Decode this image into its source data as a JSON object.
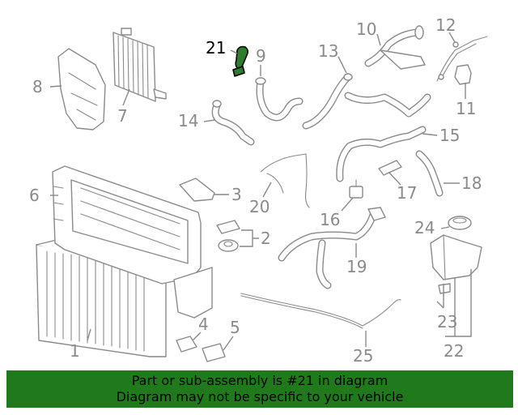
{
  "callouts": {
    "c1": "1",
    "c2": "2",
    "c3": "3",
    "c4": "4",
    "c5": "5",
    "c6": "6",
    "c7": "7",
    "c8": "8",
    "c9": "9",
    "c10": "10",
    "c11": "11",
    "c12": "12",
    "c13": "13",
    "c14": "14",
    "c15": "15",
    "c16": "16",
    "c17": "17",
    "c18": "18",
    "c19": "19",
    "c20": "20",
    "c21": "21",
    "c22": "22",
    "c23": "23",
    "c24": "24",
    "c25": "25"
  },
  "highlighted_part": "21",
  "colors": {
    "highlight": "#2e7d2e",
    "banner": "#207a1c",
    "parts": "#8a8a8a"
  },
  "banner": {
    "line1": "Part or sub-assembly is #21 in diagram",
    "line2": "Diagram may not be specific to your vehicle"
  }
}
